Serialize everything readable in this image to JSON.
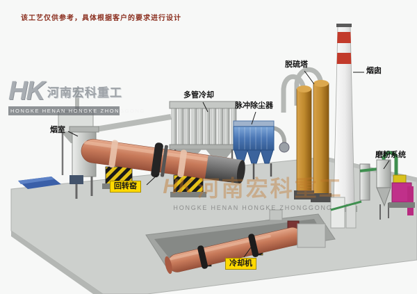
{
  "disclaimer": "该工艺仅供参考，具体根据客户的要求进行设计",
  "logo": {
    "mark": "HK",
    "name": "河南宏科重工",
    "tagline": "HONGKE HENAN HONGKE ZHONGGONG"
  },
  "watermark": {
    "name": "河南宏科重工",
    "tagline": "HONGKE HENAN HONGKE ZHONGGONG"
  },
  "labels": {
    "smoke_chamber": "烟室",
    "multi_tube_cooler": "多管冷却",
    "pulse_dust_collector": "脉冲除尘器",
    "desulfurization_tower": "脱硫塔",
    "chimney": "烟囱",
    "milling_system": "磨粉系统",
    "rotary_kiln": "回转窑",
    "cooler": "冷却机"
  },
  "colors": {
    "kiln_body": "#c87a5a",
    "label_yellow": "#ffd900",
    "collector_blue": "#4a76b4",
    "tower_amber": "#b5791f",
    "chimney_red": "#c23a2a",
    "pipe_green": "#3f8f4f",
    "mill_magenta": "#c0308a",
    "platform_gray": "#cdd0cd",
    "disclaimer_red": "#8b2f1f"
  }
}
